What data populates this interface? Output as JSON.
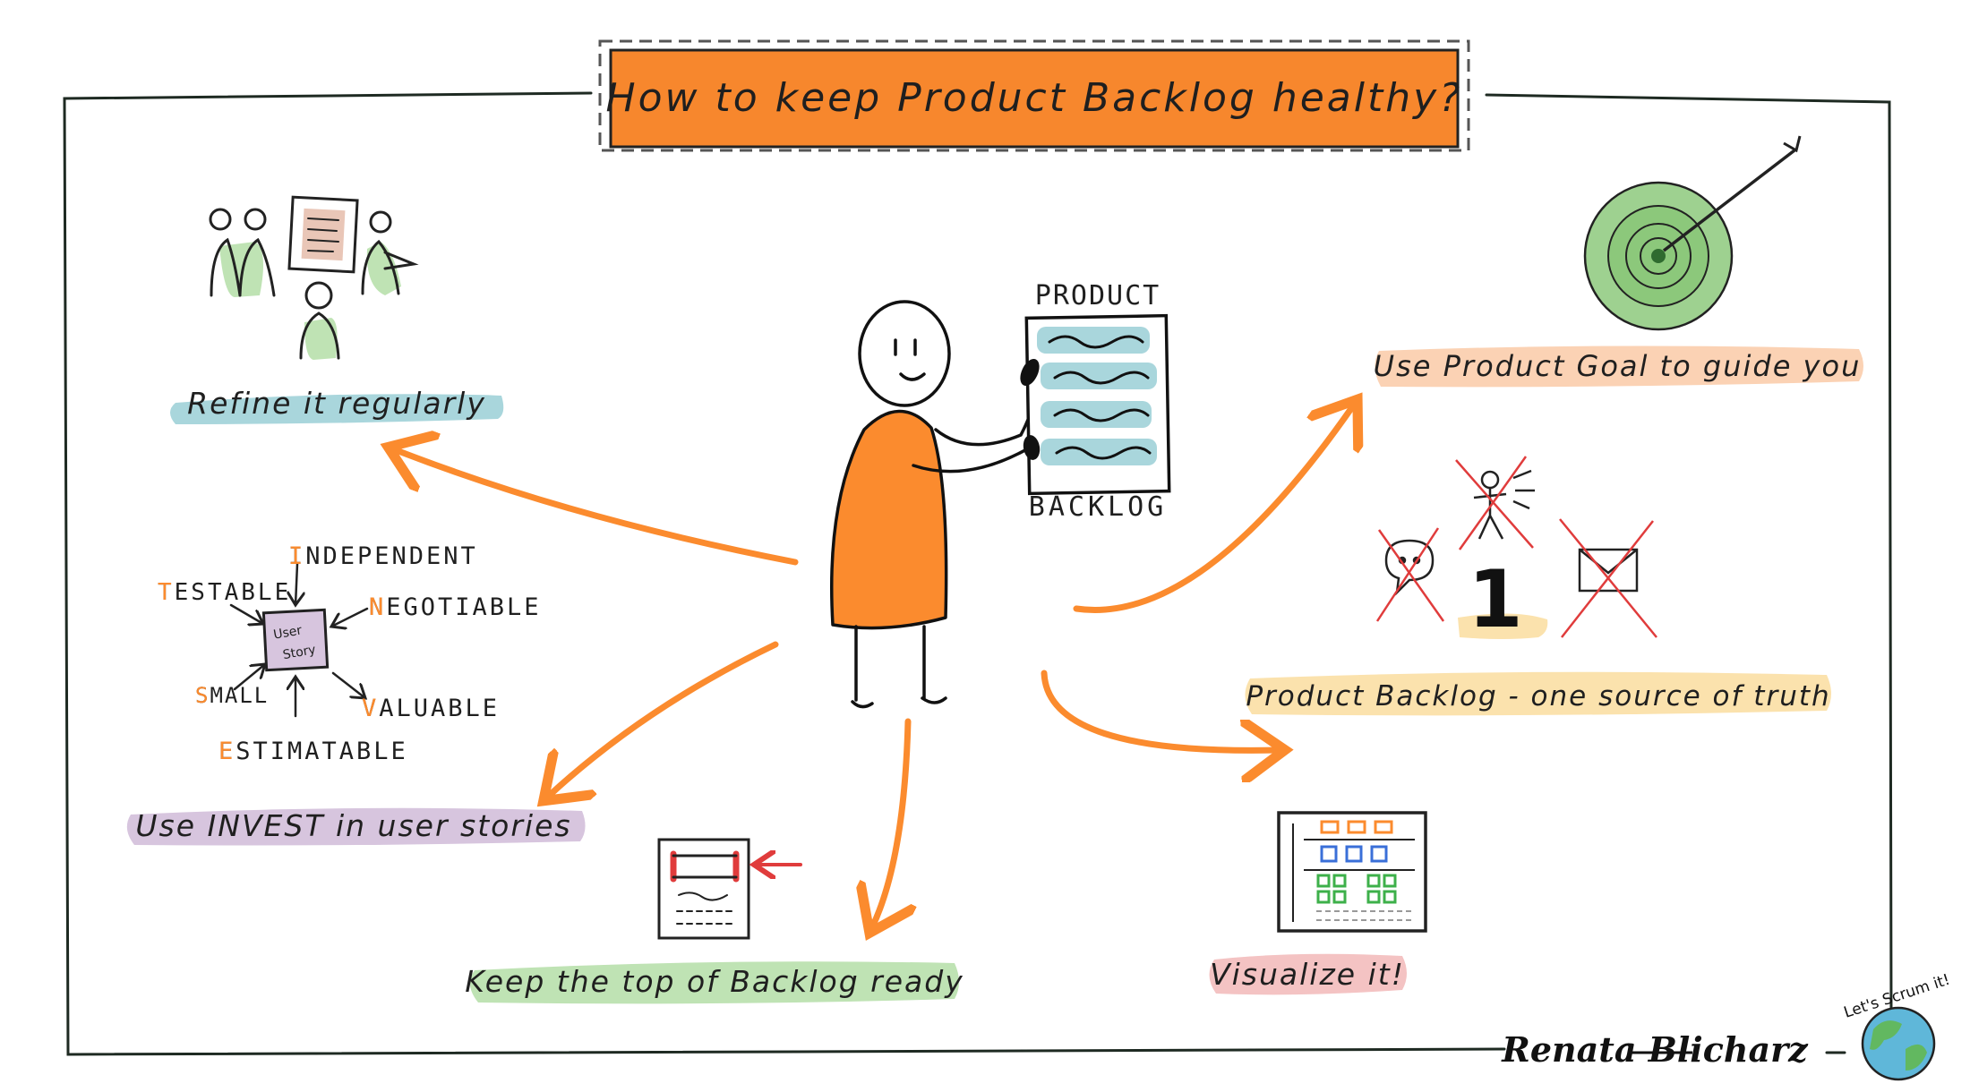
{
  "title": "How to keep Product Backlog healthy?",
  "center": {
    "doc_top": "PRODUCT",
    "doc_bottom": "BACKLOG"
  },
  "items": {
    "refine": "Refine it regularly",
    "invest": "Use INVEST in user stories",
    "top_ready": "Keep the top of Backlog ready",
    "goal": "Use Product Goal to guide you",
    "one_source": "Product Backlog - one source of truth",
    "visualize": "Visualize it!"
  },
  "invest": {
    "center_line1": "User",
    "center_line2": "Story",
    "independent": "INDEPENDENT",
    "negotiable": "NEGOTIABLE",
    "valuable": "VALUABLE",
    "estimatable": "ESTIMATABLE",
    "small": "SMALL",
    "testable": "TESTABLE"
  },
  "single_source_number": "1",
  "signature": "Renata Blicharz",
  "logo_text": "Let's Scrum it!",
  "colors": {
    "orange": "#fb8b2e",
    "title_bg": "#f7872d",
    "teal": "#a9d6dc",
    "purple": "#d7c5de",
    "green": "#bfe3b4",
    "peach": "#fbd2b4",
    "yellow": "#fbe2ad",
    "pink": "#f4c3c3",
    "cross_red": "#e03c3c"
  }
}
